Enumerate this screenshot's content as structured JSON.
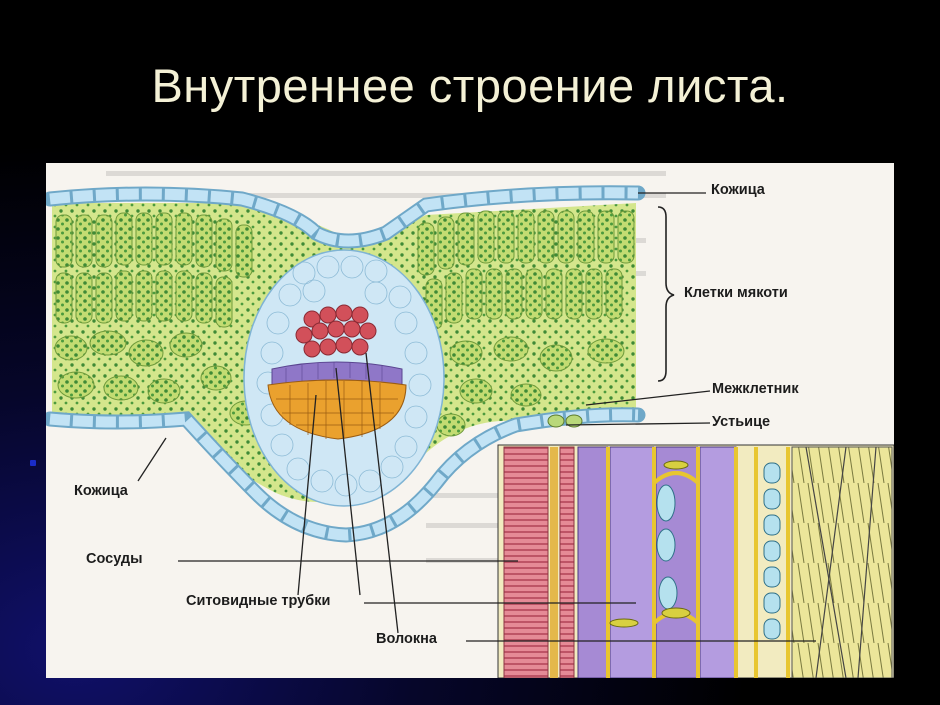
{
  "slide": {
    "title": "Внутреннее строение листа."
  },
  "diagram": {
    "labels": {
      "kozhitsa_top": "Кожица",
      "kletki_myakoti": "Клетки мякоти",
      "mezhkletnik": "Межклетник",
      "ustitse": "Устьице",
      "kozhitsa_bottom": "Кожица",
      "sosudy": "Сосуды",
      "sitovidnye": "Ситовидные трубки",
      "volokna": "Волокна"
    },
    "colors": {
      "epidermis": "#a9d6ee",
      "mesophyll": "#b8d468",
      "chloroplast": "#3f8a36",
      "xylem": "#e8a030",
      "phloem": "#8a6fc4",
      "sclerenchyma": "#d84a4a",
      "vessel_wall": "#d97a86",
      "sieve_tube": "#a98ad8",
      "fiber": "#e6e08a"
    }
  }
}
